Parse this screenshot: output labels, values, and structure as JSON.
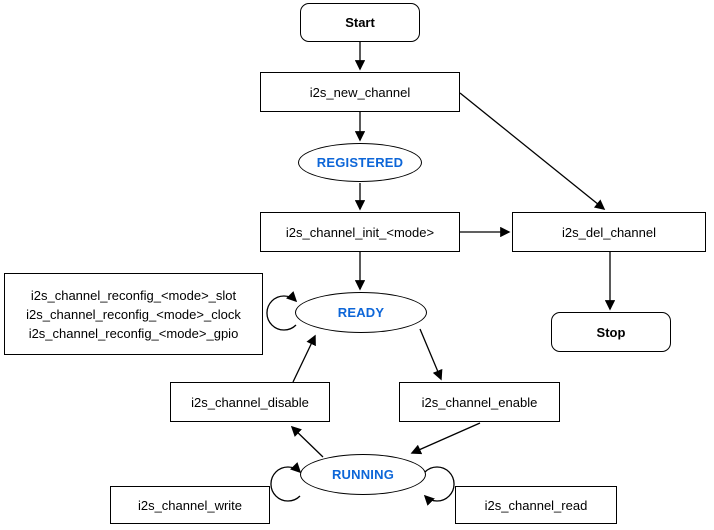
{
  "colors": {
    "state_text": "#0d66d8",
    "line": "#000000",
    "node_fill": "#ffffff"
  },
  "nodes": {
    "start": {
      "label": "Start"
    },
    "new_channel": {
      "label": "i2s_new_channel"
    },
    "registered": {
      "label": "REGISTERED"
    },
    "init": {
      "label": "i2s_channel_init_<mode>"
    },
    "del_channel": {
      "label": "i2s_del_channel"
    },
    "stop": {
      "label": "Stop"
    },
    "ready": {
      "label": "READY"
    },
    "reconfig": {
      "lines": [
        "i2s_channel_reconfig_<mode>_slot",
        "i2s_channel_reconfig_<mode>_clock",
        "i2s_channel_reconfig_<mode>_gpio"
      ]
    },
    "disable": {
      "label": "i2s_channel_disable"
    },
    "enable": {
      "label": "i2s_channel_enable"
    },
    "running": {
      "label": "RUNNING"
    },
    "write": {
      "label": "i2s_channel_write"
    },
    "read": {
      "label": "i2s_channel_read"
    }
  }
}
